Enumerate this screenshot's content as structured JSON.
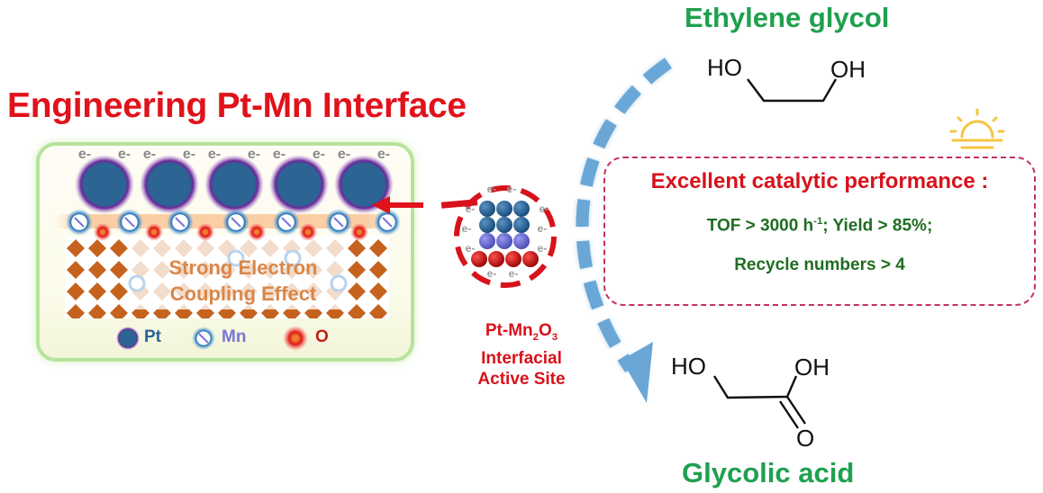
{
  "title": "Engineering Pt-Mn Interface",
  "interface_panel": {
    "electron_label": "e",
    "electron_charge": "-",
    "coupling_text_line1": "Strong Electron",
    "coupling_text_line2": "Coupling Effect",
    "legend": [
      {
        "symbol": "Pt",
        "label": "Pt",
        "color": "#2c6494"
      },
      {
        "symbol": "Mn",
        "label": "Mn",
        "color": "#7b74d6"
      },
      {
        "symbol": "O",
        "label": "O",
        "color": "#c0201a"
      }
    ],
    "pt_atom_count": 5,
    "mn_atom_count": 7,
    "o_atom_count": 6
  },
  "active_site": {
    "label_prefix": "Pt-Mn",
    "label_sub1": "2",
    "label_o": "O",
    "label_sub2": "3",
    "label_line2": "Interfacial",
    "label_line3": "Active Site"
  },
  "reaction": {
    "reactant_name": "Ethylene glycol",
    "reactant_groups": {
      "left": "HO",
      "right": "OH"
    },
    "product_name": "Glycolic acid",
    "product_groups": {
      "left": "HO",
      "right": "OH",
      "carbonyl": "O"
    }
  },
  "performance": {
    "heading": "Excellent catalytic performance :",
    "tof_prefix": "TOF > 3000 h",
    "tof_exp": "-1",
    "yield_text": "; Yield > 85%;",
    "recycle_text": "Recycle numbers > 4"
  },
  "colors": {
    "title_red": "#e0121b",
    "green": "#1fa04f",
    "dark_green": "#1f6d22",
    "arrow_blue": "#6aa7d6",
    "dash_pink": "#c6325a",
    "sun_yellow": "#f5c542"
  }
}
